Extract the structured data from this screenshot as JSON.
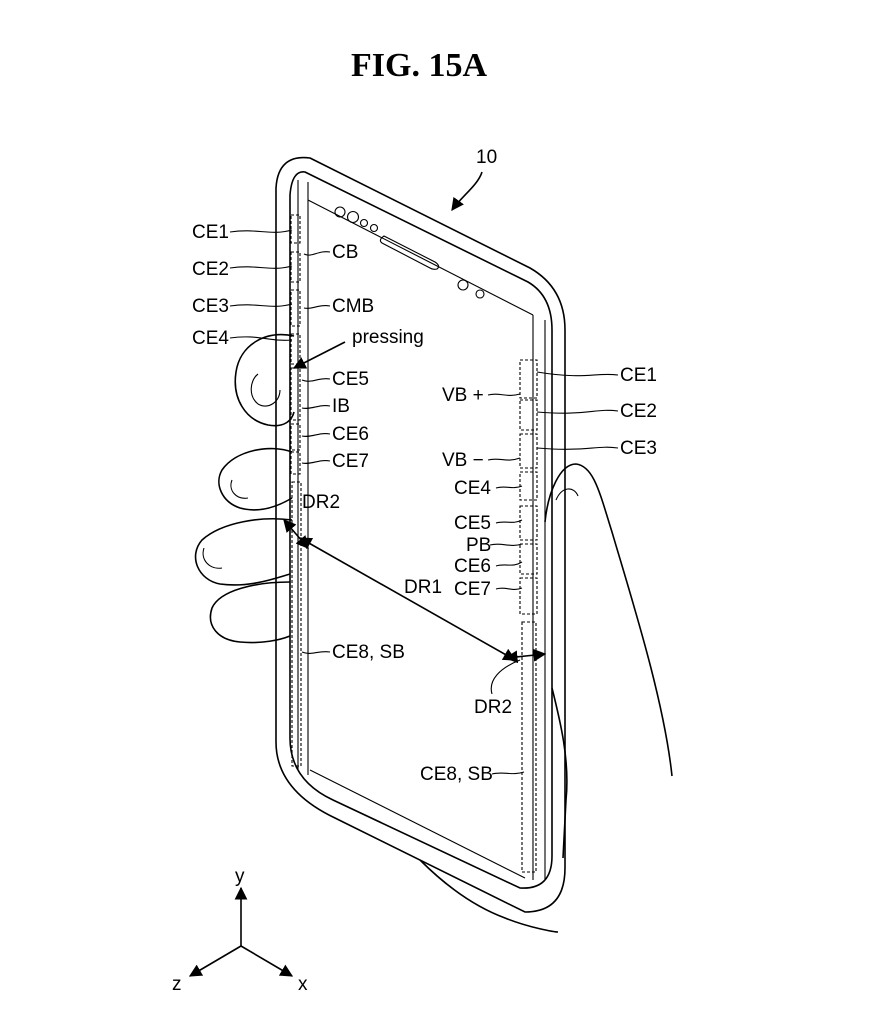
{
  "figure": {
    "title": "FIG. 15A",
    "ref": "10",
    "left_labels": {
      "ce1": "CE1",
      "ce2": "CE2",
      "ce3": "CE3",
      "ce4": "CE4",
      "cb": "CB",
      "cmb": "CMB",
      "pressing": "pressing",
      "ce5": "CE5",
      "ib": "IB",
      "ce6": "CE6",
      "ce7": "CE7",
      "dr2": "DR2",
      "ce8sb": "CE8, SB"
    },
    "right_labels": {
      "ce1": "CE1",
      "vbplus": "VB +",
      "ce2": "CE2",
      "ce3": "CE3",
      "vbminus": "VB −",
      "ce4": "CE4",
      "ce5": "CE5",
      "pb": "PB",
      "ce6": "CE6",
      "ce7": "CE7",
      "dr2": "DR2",
      "ce8sb": "CE8, SB"
    },
    "dr1": "DR1",
    "axes": {
      "y": "y",
      "z": "z",
      "x": "x"
    }
  }
}
